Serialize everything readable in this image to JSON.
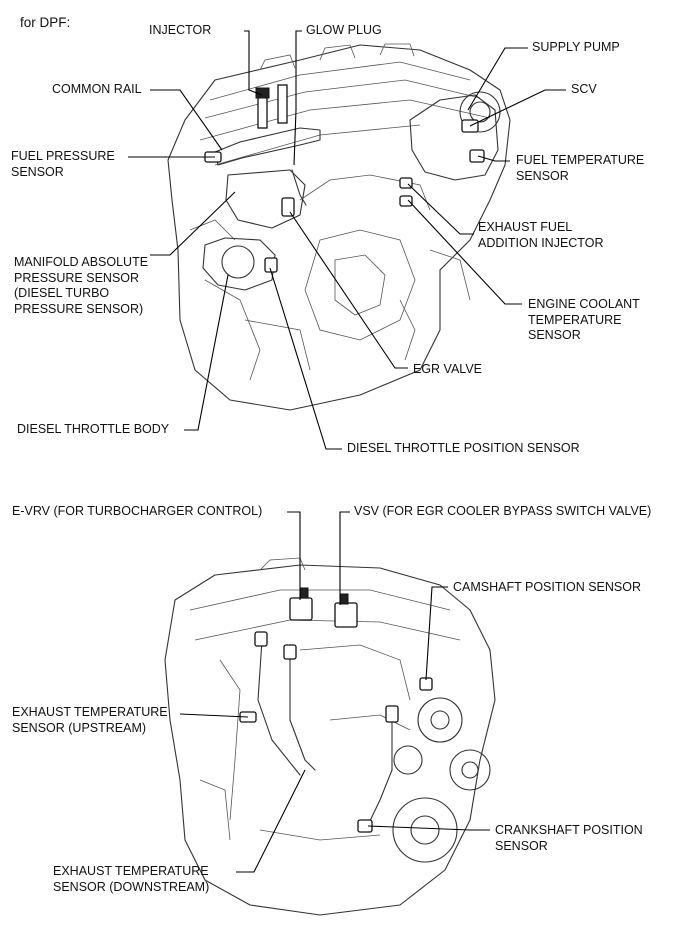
{
  "header": {
    "title": "for DPF:"
  },
  "top_diagram": {
    "labels": {
      "injector": "INJECTOR",
      "glow_plug": "GLOW PLUG",
      "supply_pump": "SUPPLY PUMP",
      "common_rail": "COMMON RAIL",
      "scv": "SCV",
      "fuel_pressure_sensor": [
        "FUEL PRESSURE",
        "SENSOR"
      ],
      "fuel_temperature_sensor": [
        "FUEL TEMPERATURE",
        "SENSOR"
      ],
      "exhaust_fuel_addition_injector": [
        "EXHAUST FUEL",
        "ADDITION INJECTOR"
      ],
      "manifold_absolute_pressure_sensor": [
        "MANIFOLD ABSOLUTE",
        "PRESSURE SENSOR",
        "(DIESEL TURBO",
        "PRESSURE SENSOR)"
      ],
      "engine_coolant_temperature_sensor": [
        "ENGINE COOLANT",
        "TEMPERATURE",
        "SENSOR"
      ],
      "egr_valve": "EGR VALVE",
      "diesel_throttle_body": "DIESEL THROTTLE BODY",
      "diesel_throttle_position_sensor": "DIESEL THROTTLE POSITION SENSOR"
    }
  },
  "bottom_diagram": {
    "labels": {
      "e_vrv": "E-VRV (FOR TURBOCHARGER CONTROL)",
      "vsv": "VSV (FOR EGR COOLER BYPASS SWITCH VALVE)",
      "camshaft_position_sensor": "CAMSHAFT POSITION SENSOR",
      "exhaust_temperature_sensor_upstream": [
        "EXHAUST TEMPERATURE",
        "SENSOR (UPSTREAM)"
      ],
      "crankshaft_position_sensor": [
        "CRANKSHAFT POSITION",
        "SENSOR"
      ],
      "exhaust_temperature_sensor_downstream": [
        "EXHAUST TEMPERATURE",
        "SENSOR (DOWNSTREAM)"
      ]
    }
  }
}
